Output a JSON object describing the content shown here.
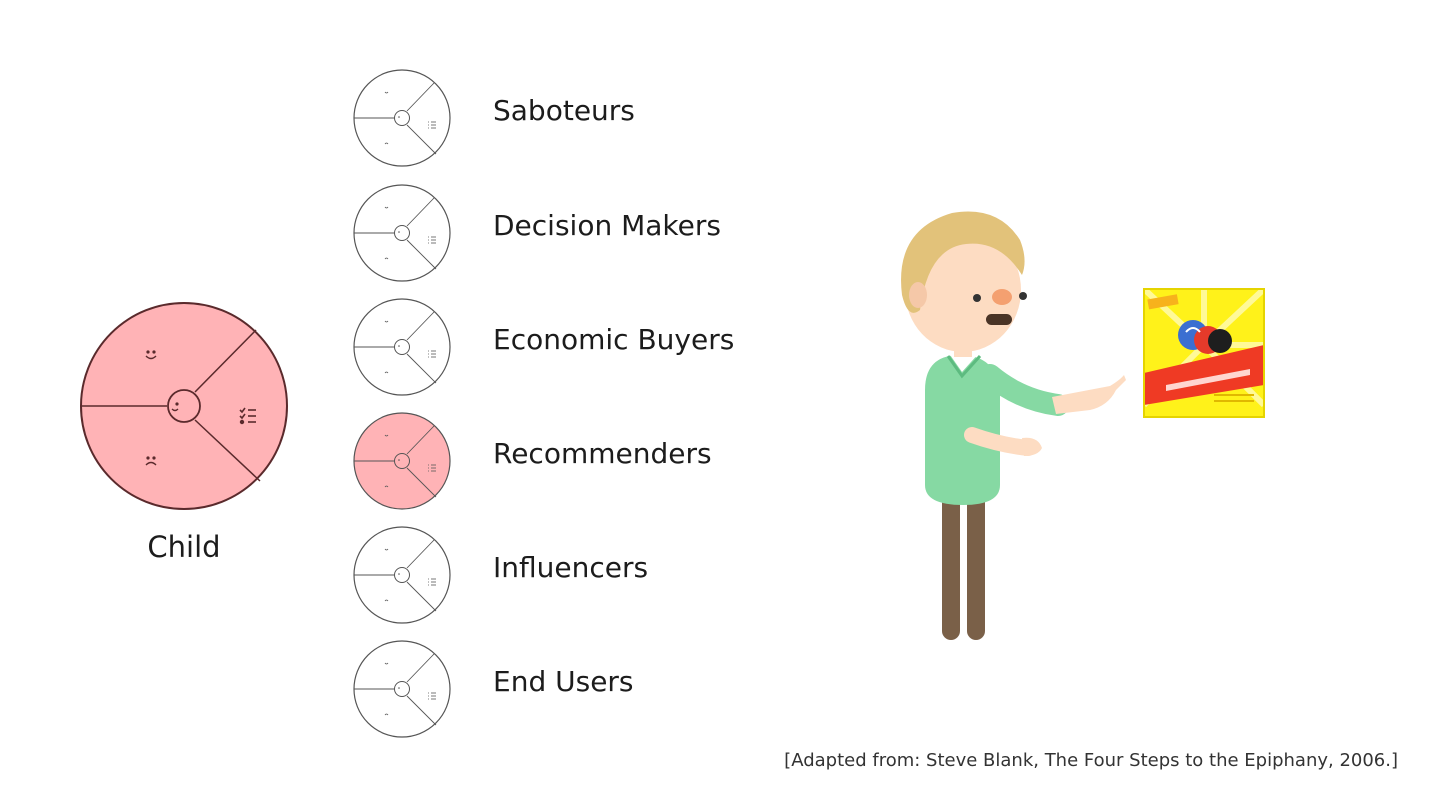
{
  "child": {
    "label": "Child",
    "fill_color": "#ffb3b6",
    "stroke_color": "#5a2a2c"
  },
  "roles": [
    {
      "label": "Saboteurs",
      "highlighted": false
    },
    {
      "label": "Decision Makers",
      "highlighted": false
    },
    {
      "label": "Economic Buyers",
      "highlighted": false
    },
    {
      "label": "Recommenders",
      "highlighted": true
    },
    {
      "label": "Influencers",
      "highlighted": false
    },
    {
      "label": "End Users",
      "highlighted": false
    }
  ],
  "icons": {
    "persona_wheel": "persona-wheel-icon",
    "person": "person-illustration",
    "product_box": "cereal-box-illustration"
  },
  "colors": {
    "highlight": "#ffb3b6",
    "shirt": "#86d9a3",
    "hair": "#e2c27a",
    "skin": "#fddcc2",
    "legs": "#7a6048",
    "box_yellow": "#fff21a",
    "box_red": "#ef3a24"
  },
  "citation": "[Adapted from: Steve Blank, The Four Steps to the Epiphany, 2006.]"
}
